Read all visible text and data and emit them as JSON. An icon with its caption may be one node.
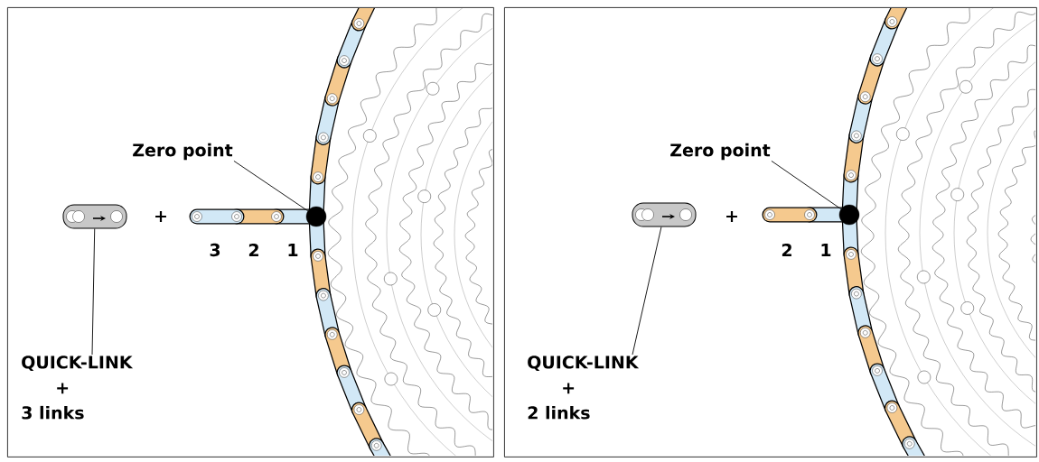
{
  "diagram": {
    "nodes": [
      {
        "text": [],
        "shape": "box"
      },
      {
        "text": [
          "Zero point"
        ],
        "in": 0
      },
      {
        "text": [],
        "shape": "circle",
        "in": 0
      },
      {
        "text": [],
        "shape": "picture",
        "in": 0
      },
      {
        "text": [
          "QUICK-LINK",
          "+",
          "3 links"
        ],
        "in": 0
      },
      {
        "text": [],
        "shape": "box"
      },
      {
        "text": [
          "Zero point"
        ],
        "in": 5
      },
      {
        "text": [],
        "shape": "circle",
        "in": 5
      },
      {
        "text": [],
        "shape": "picture",
        "in": 5
      },
      {
        "text": [
          "QUICK-LINK",
          "+",
          "2 links"
        ],
        "in": 5
      }
    ],
    "edges": [
      {
        "from": 1,
        "to": 2,
        "arrow": "none"
      },
      {
        "from": 4,
        "to": 3,
        "arrow": "none"
      },
      {
        "from": 6,
        "to": 7,
        "arrow": "none"
      },
      {
        "from": 9,
        "to": 8,
        "arrow": "none"
      }
    ],
    "labels": [
      "+",
      "3",
      "2",
      "1",
      "+",
      "2",
      "1"
    ]
  }
}
